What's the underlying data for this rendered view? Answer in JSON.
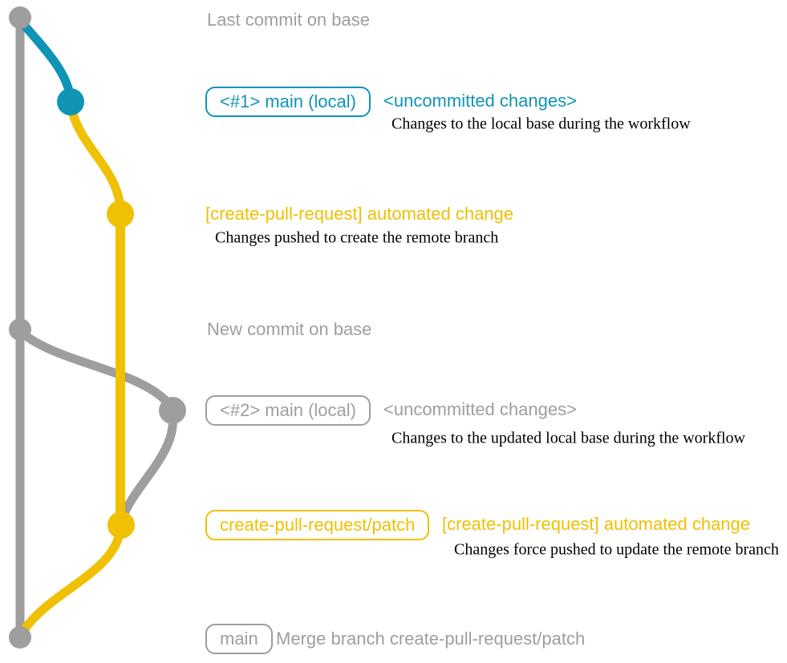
{
  "colors": {
    "gray": "#9e9e9e",
    "blue": "#1094b6",
    "yellow": "#efc003",
    "desc_text": "#000000"
  },
  "graph": {
    "branches": [
      "base",
      "main-local",
      "create-pull-request-patch"
    ],
    "commit_count": 7
  },
  "rows": {
    "last_commit": {
      "text": "Last commit on base"
    },
    "main1": {
      "badge": "<#1> main (local)",
      "title": "<uncommitted changes>",
      "desc": "Changes to the local base during the workflow"
    },
    "push1": {
      "title": "[create-pull-request] automated change",
      "desc": "Changes pushed to create the remote branch"
    },
    "new_commit": {
      "text": "New commit on base"
    },
    "main2": {
      "badge": "<#2> main (local)",
      "title": "<uncommitted changes>",
      "desc": "Changes to the updated local base during the workflow"
    },
    "push2": {
      "badge": "create-pull-request/patch",
      "title": "[create-pull-request] automated change",
      "desc": "Changes force pushed to update the remote branch"
    },
    "merge": {
      "badge": "main",
      "title": "Merge branch create-pull-request/patch"
    }
  }
}
